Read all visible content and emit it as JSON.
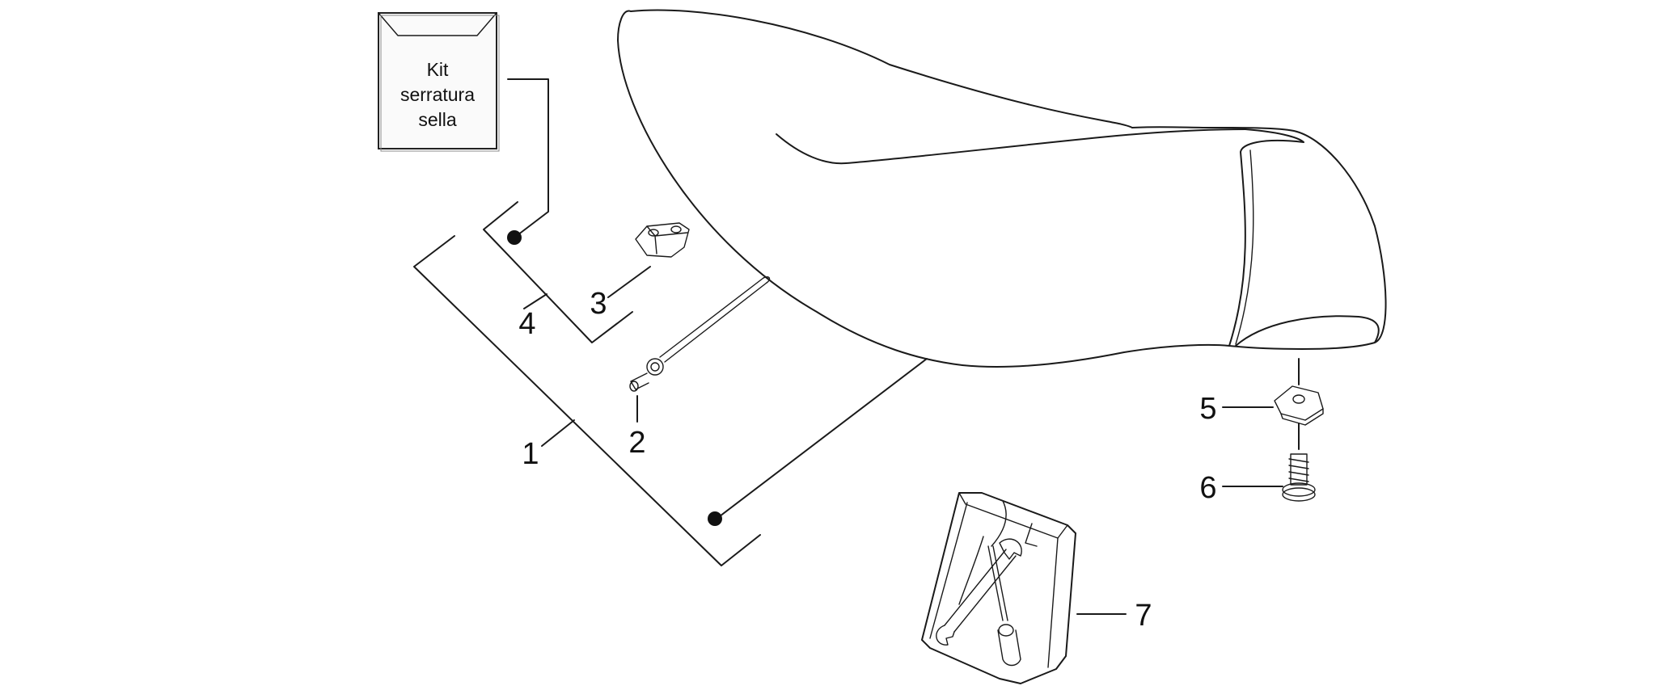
{
  "kit": {
    "lines": [
      "Kit",
      "serratura",
      "sella"
    ]
  },
  "callouts": {
    "c1": "1",
    "c2": "2",
    "c3": "3",
    "c4": "4",
    "c5": "5",
    "c6": "6",
    "c7": "7"
  }
}
